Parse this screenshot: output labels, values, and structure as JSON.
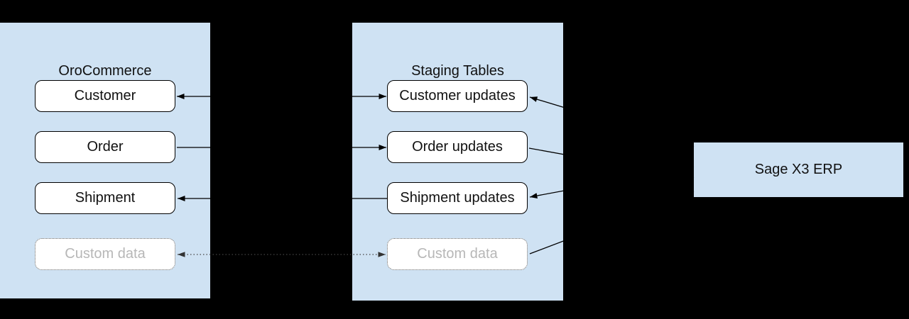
{
  "diagram": {
    "background_color": "#000000",
    "panel_fill": "#cfe2f3",
    "box_fill": "#ffffff",
    "line_color": "#000000",
    "muted_text_color": "#b7b7b7",
    "panels": [
      {
        "id": "orocommerce",
        "title": "OroCommerce",
        "boxes": [
          {
            "label": "Customer",
            "style": "solid"
          },
          {
            "label": "Order",
            "style": "solid"
          },
          {
            "label": "Shipment",
            "style": "solid"
          },
          {
            "label": "Custom data",
            "style": "dotted"
          }
        ]
      },
      {
        "id": "staging",
        "title": "Staging Tables",
        "boxes": [
          {
            "label": "Customer updates",
            "style": "solid"
          },
          {
            "label": "Order updates",
            "style": "solid"
          },
          {
            "label": "Shipment updates",
            "style": "solid"
          },
          {
            "label": "Custom data",
            "style": "dotted"
          }
        ]
      }
    ],
    "erp": {
      "title": "Sage X3 ERP"
    },
    "connections": [
      {
        "from": "Customer updates",
        "to": "Customer",
        "style": "solid",
        "arrows": "both"
      },
      {
        "from": "Order",
        "to": "Order updates",
        "style": "solid",
        "arrows": "end"
      },
      {
        "from": "Shipment updates",
        "to": "Shipment",
        "style": "solid",
        "arrows": "end"
      },
      {
        "from": "Custom data (staging)",
        "to": "Custom data (oro)",
        "style": "dotted",
        "arrows": "both"
      },
      {
        "from": "Sage X3 ERP",
        "to": "Customer updates",
        "style": "solid",
        "arrows": "end"
      },
      {
        "from": "Order updates",
        "to": "Sage X3 ERP",
        "style": "solid",
        "arrows": "end"
      },
      {
        "from": "Sage X3 ERP",
        "to": "Shipment updates",
        "style": "solid",
        "arrows": "end"
      },
      {
        "from": "Custom data (staging)",
        "to": "Sage X3 ERP",
        "style": "solid",
        "arrows": "end"
      }
    ]
  }
}
